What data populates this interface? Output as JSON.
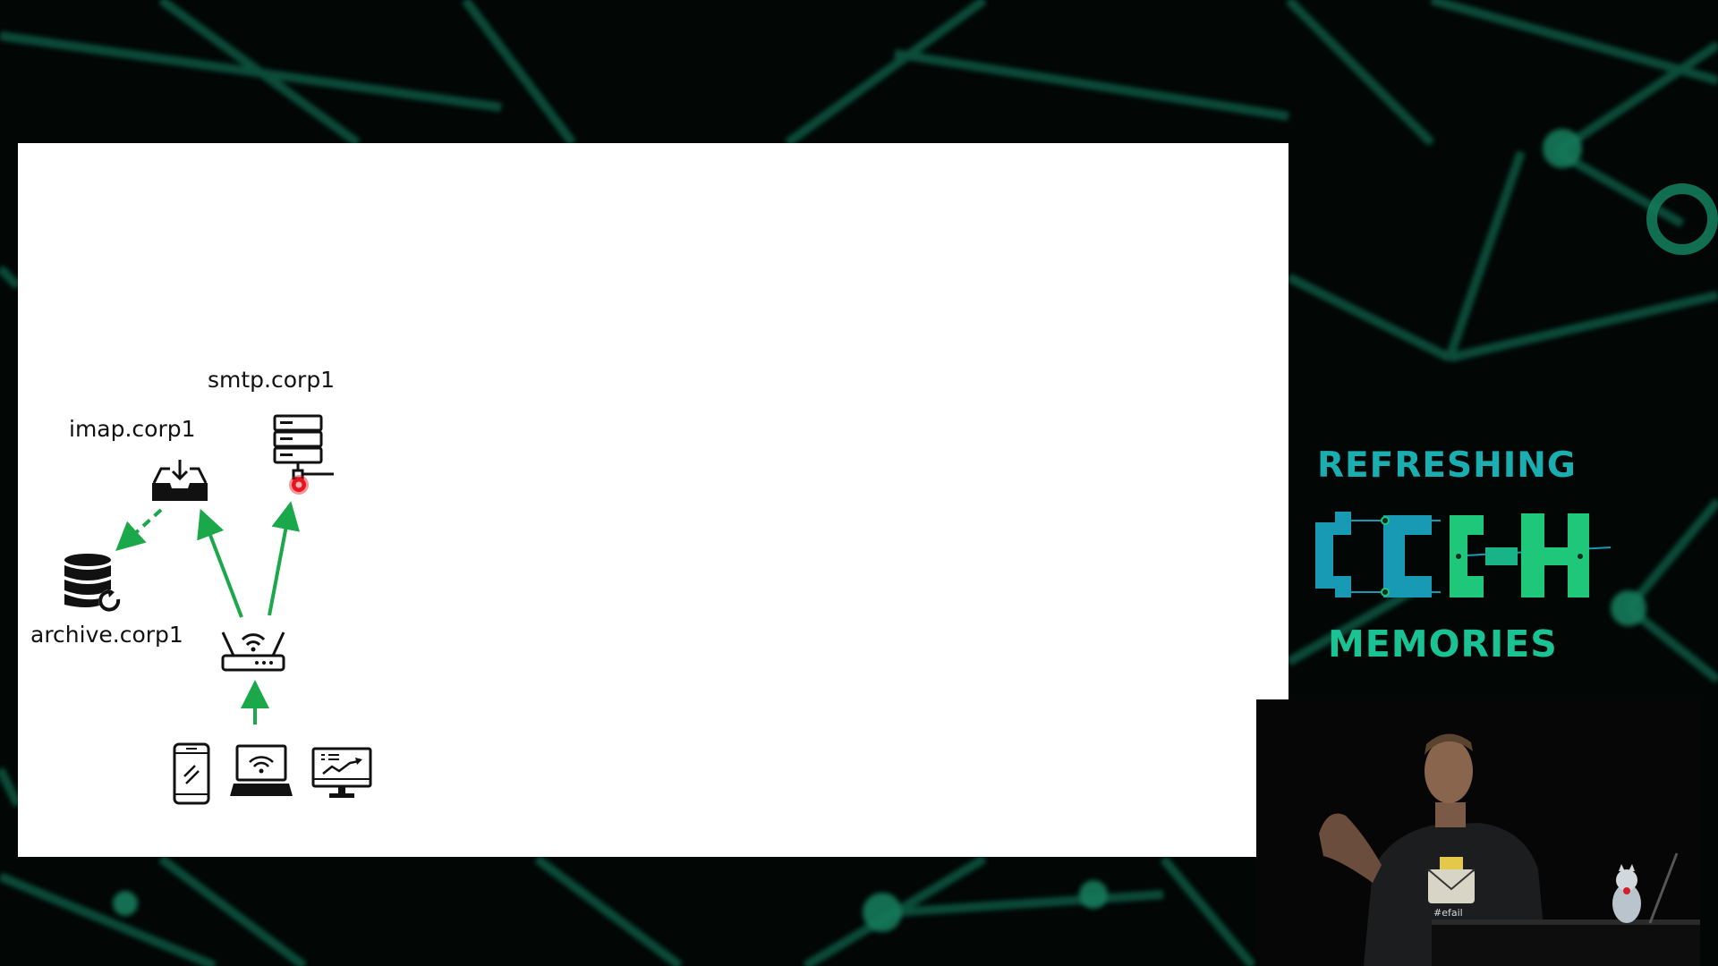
{
  "slide": {
    "nodes": {
      "smtp": "smtp.corp1",
      "imap": "imap.corp1",
      "archive": "archive.corp1"
    },
    "icons": [
      "inbox-icon",
      "server-icon",
      "database-icon",
      "router-icon",
      "smartphone-icon",
      "laptop-icon",
      "monitor-icon"
    ],
    "colors": {
      "arrow": "#1aa84a",
      "marker": "#e8141e"
    }
  },
  "branding": {
    "line1": "REFRESHING",
    "line2": "CCH",
    "line3": "MEMORIES",
    "colors": {
      "teal": "#1899b4",
      "green": "#1fc77a"
    }
  },
  "speaker": {
    "shirt_text": "#efail"
  }
}
